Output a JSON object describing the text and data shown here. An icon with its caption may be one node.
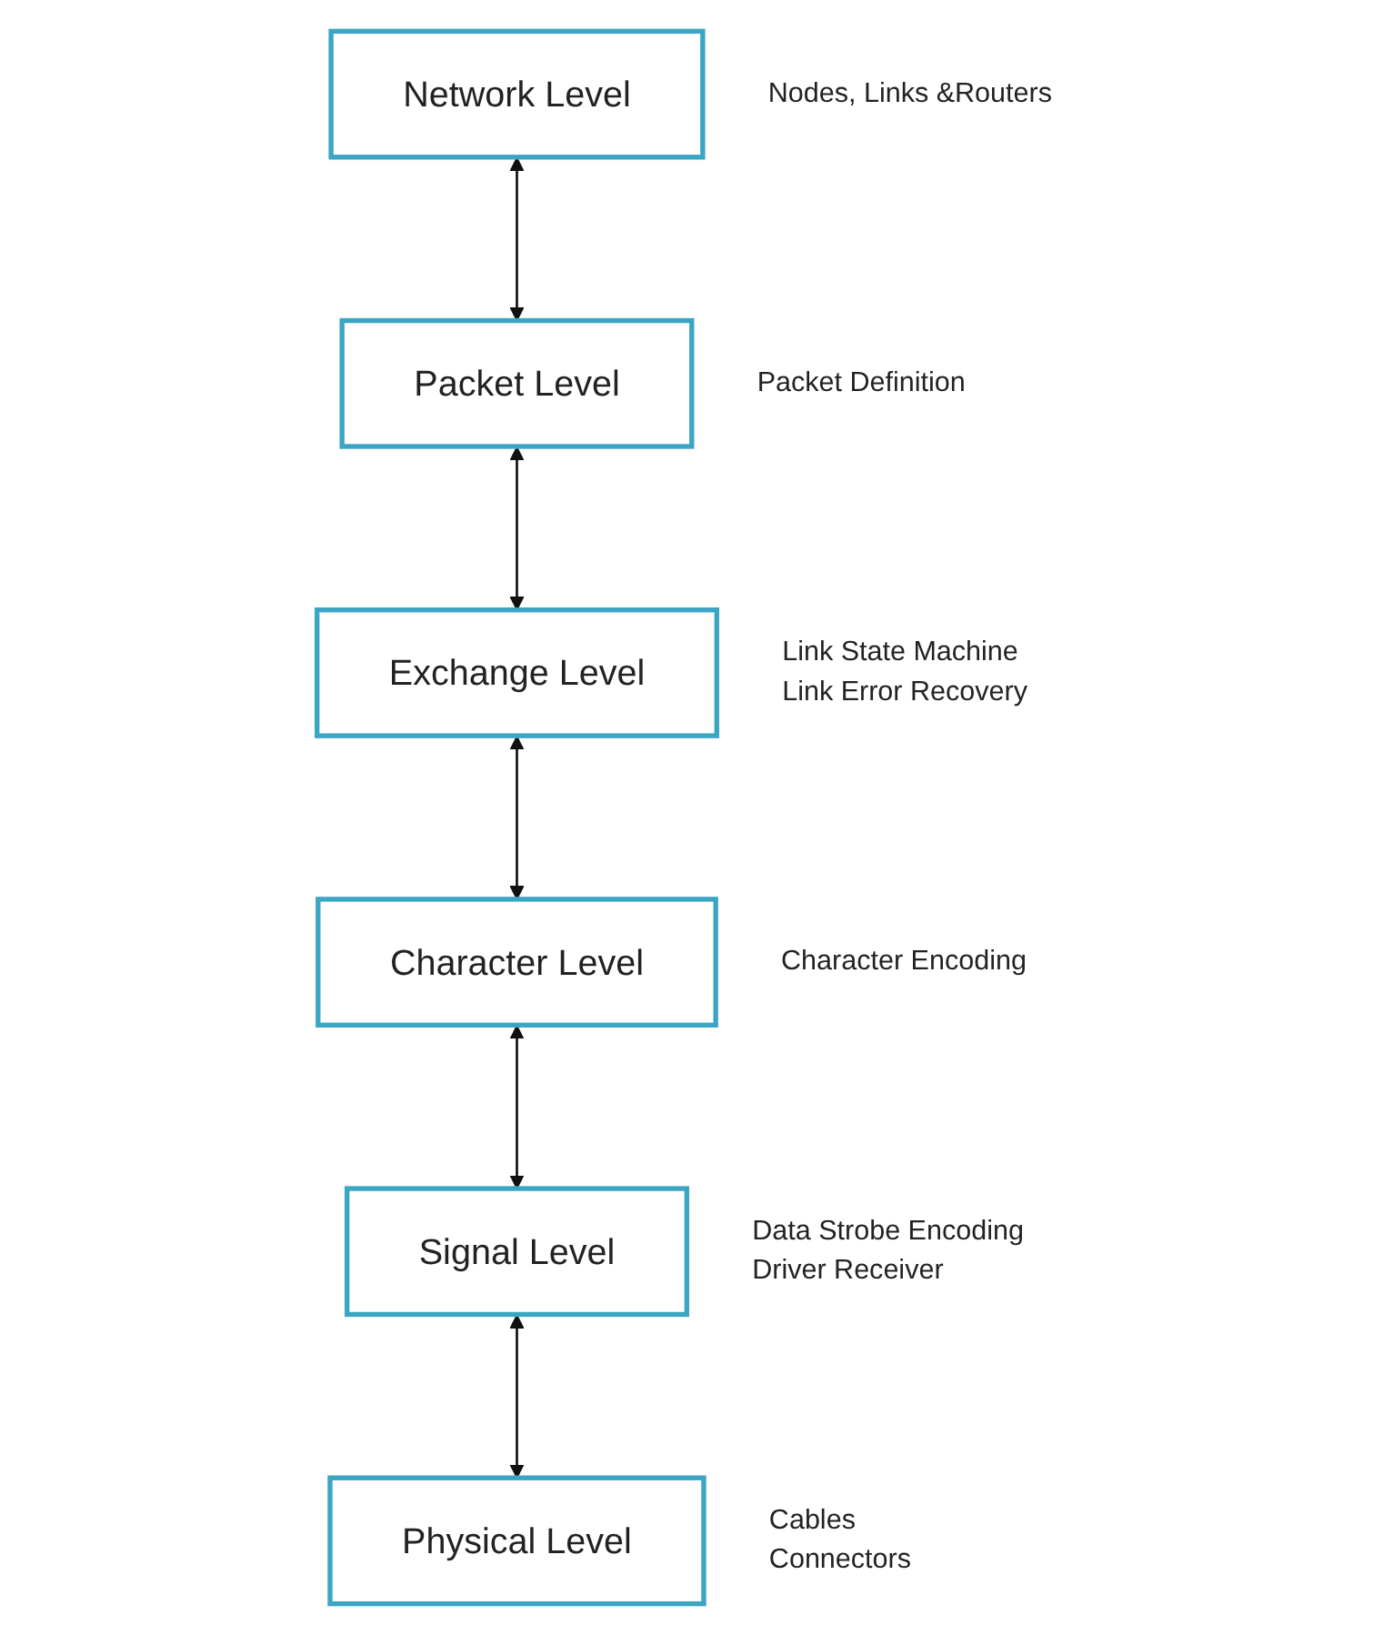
{
  "diagram": {
    "nodes": [
      {
        "text": [
          "Network Level"
        ],
        "beside": [
          "Nodes, Links &Routers"
        ]
      },
      {
        "text": [
          "Packet Level"
        ],
        "beside": [
          "Packet Definition"
        ]
      },
      {
        "text": [
          "Exchange Level"
        ],
        "beside": [
          "Link State Machine",
          "Link Error Recovery"
        ]
      },
      {
        "text": [
          "Character Level"
        ],
        "beside": [
          "Character Encoding"
        ]
      },
      {
        "text": [
          "Signal Level"
        ],
        "beside": [
          "Data Strobe Encoding",
          "Driver Receiver"
        ]
      },
      {
        "text": [
          "Physical Level"
        ],
        "beside": [
          "Cables",
          "Connectors"
        ]
      }
    ],
    "edges": [
      {
        "from": 0,
        "to": 1,
        "arrow": "both"
      },
      {
        "from": 1,
        "to": 2,
        "arrow": "both"
      },
      {
        "from": 2,
        "to": 3,
        "arrow": "both"
      },
      {
        "from": 3,
        "to": 4,
        "arrow": "both"
      },
      {
        "from": 4,
        "to": 5,
        "arrow": "both"
      }
    ]
  }
}
